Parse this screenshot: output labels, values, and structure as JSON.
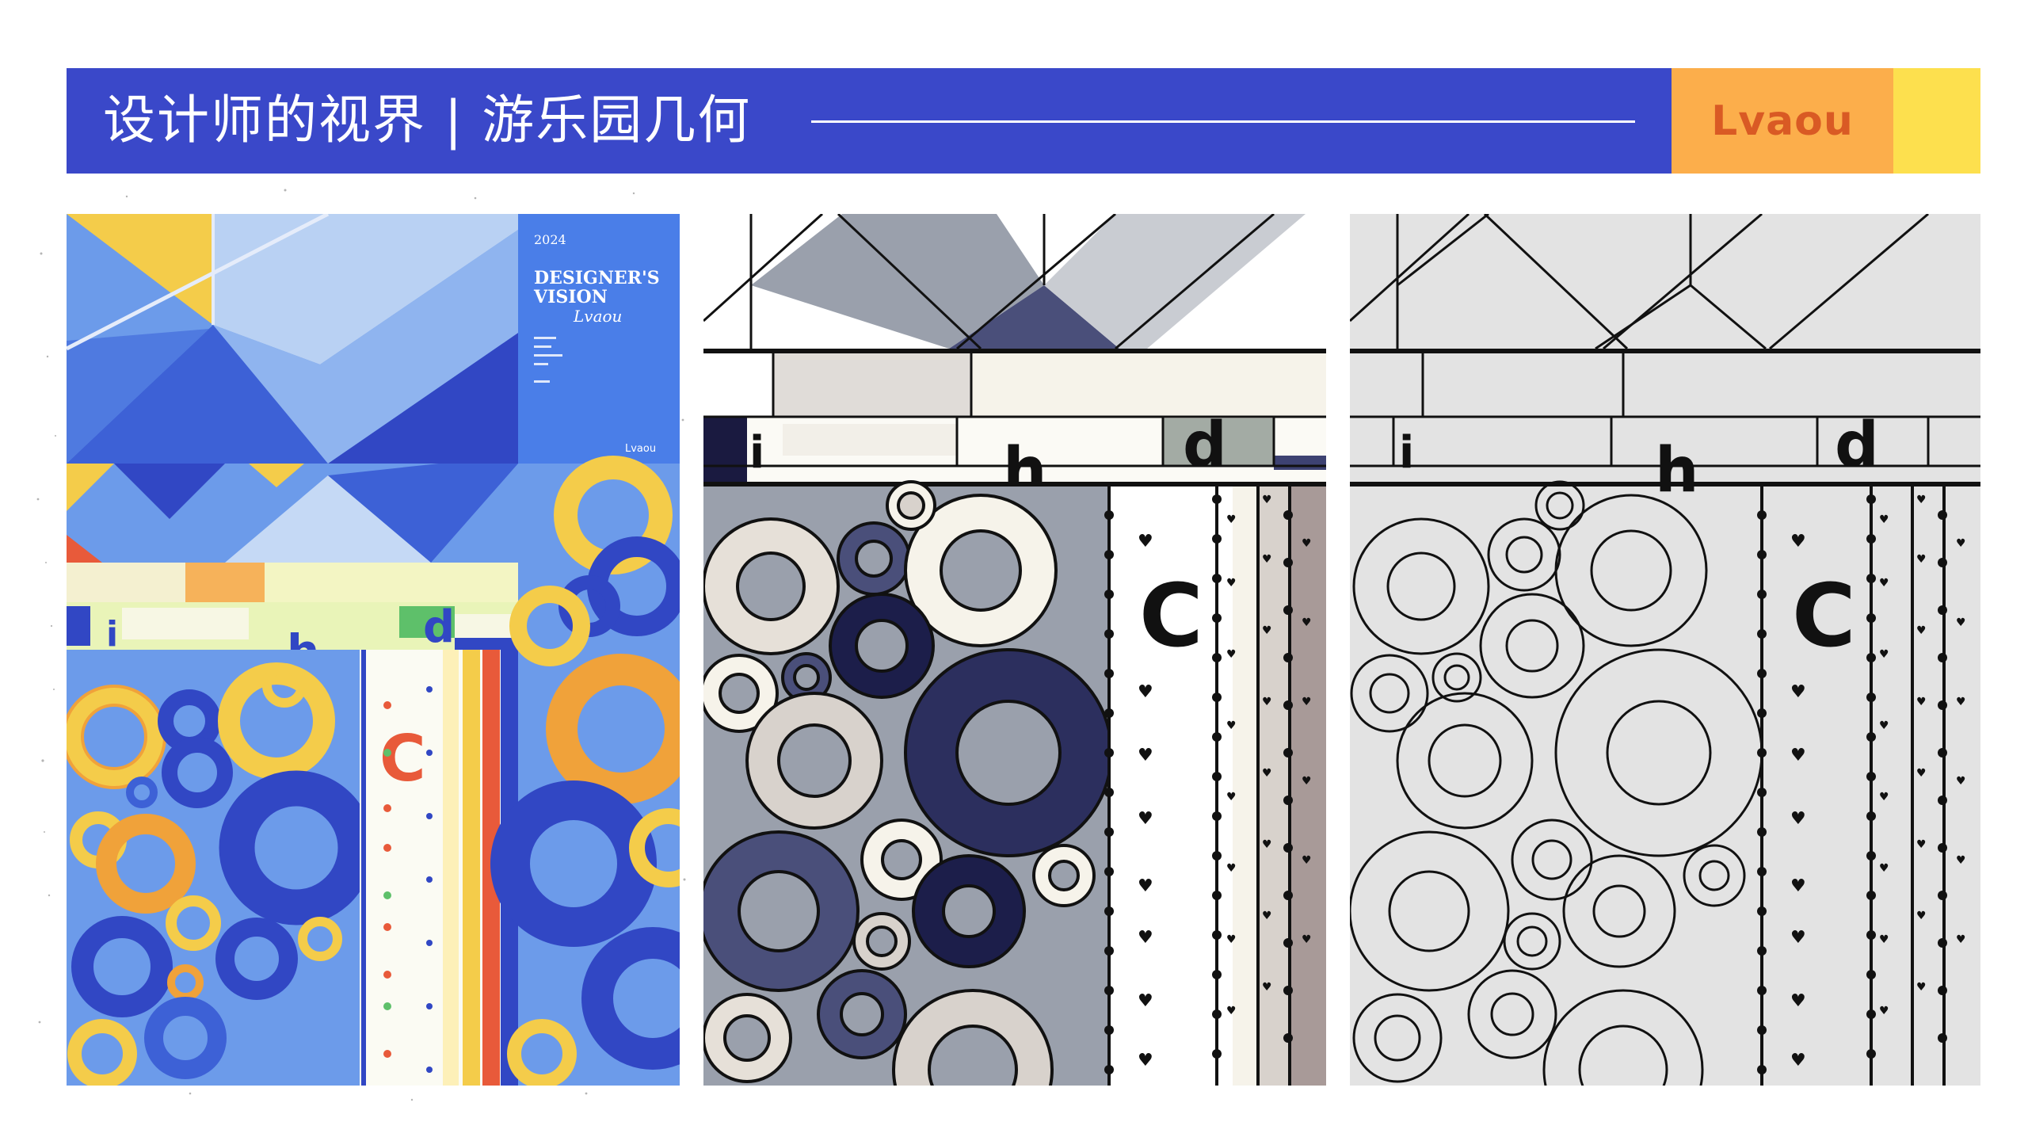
{
  "banner": {
    "title": "设计师的视界 | 游乐园几何",
    "color": "#3a48c9"
  },
  "logo": {
    "text": "Lvaou",
    "bg": "#fcae4b",
    "fg": "#d95a24"
  },
  "accent_yellow": "#fde04e",
  "poster": {
    "year": "2024",
    "title_line1": "DESIGNER'S",
    "title_line2": "VISION",
    "script": "Lvaou",
    "brand": "Lvaou"
  },
  "letters": {
    "i": "i",
    "h": "h",
    "d": "d",
    "c": "C"
  },
  "panels": [
    {
      "name": "color-version",
      "palette": [
        "#5b8ee8",
        "#3147c4",
        "#f4cc4a",
        "#f0a23a",
        "#e85a3a"
      ]
    },
    {
      "name": "gray-version",
      "palette": [
        "#9aa0ac",
        "#2c2f5e",
        "#d8d2cc",
        "#f6f3ea",
        "#4a4f7a"
      ]
    },
    {
      "name": "line-version",
      "palette": [
        "#e3e3e3",
        "#111111"
      ]
    }
  ]
}
